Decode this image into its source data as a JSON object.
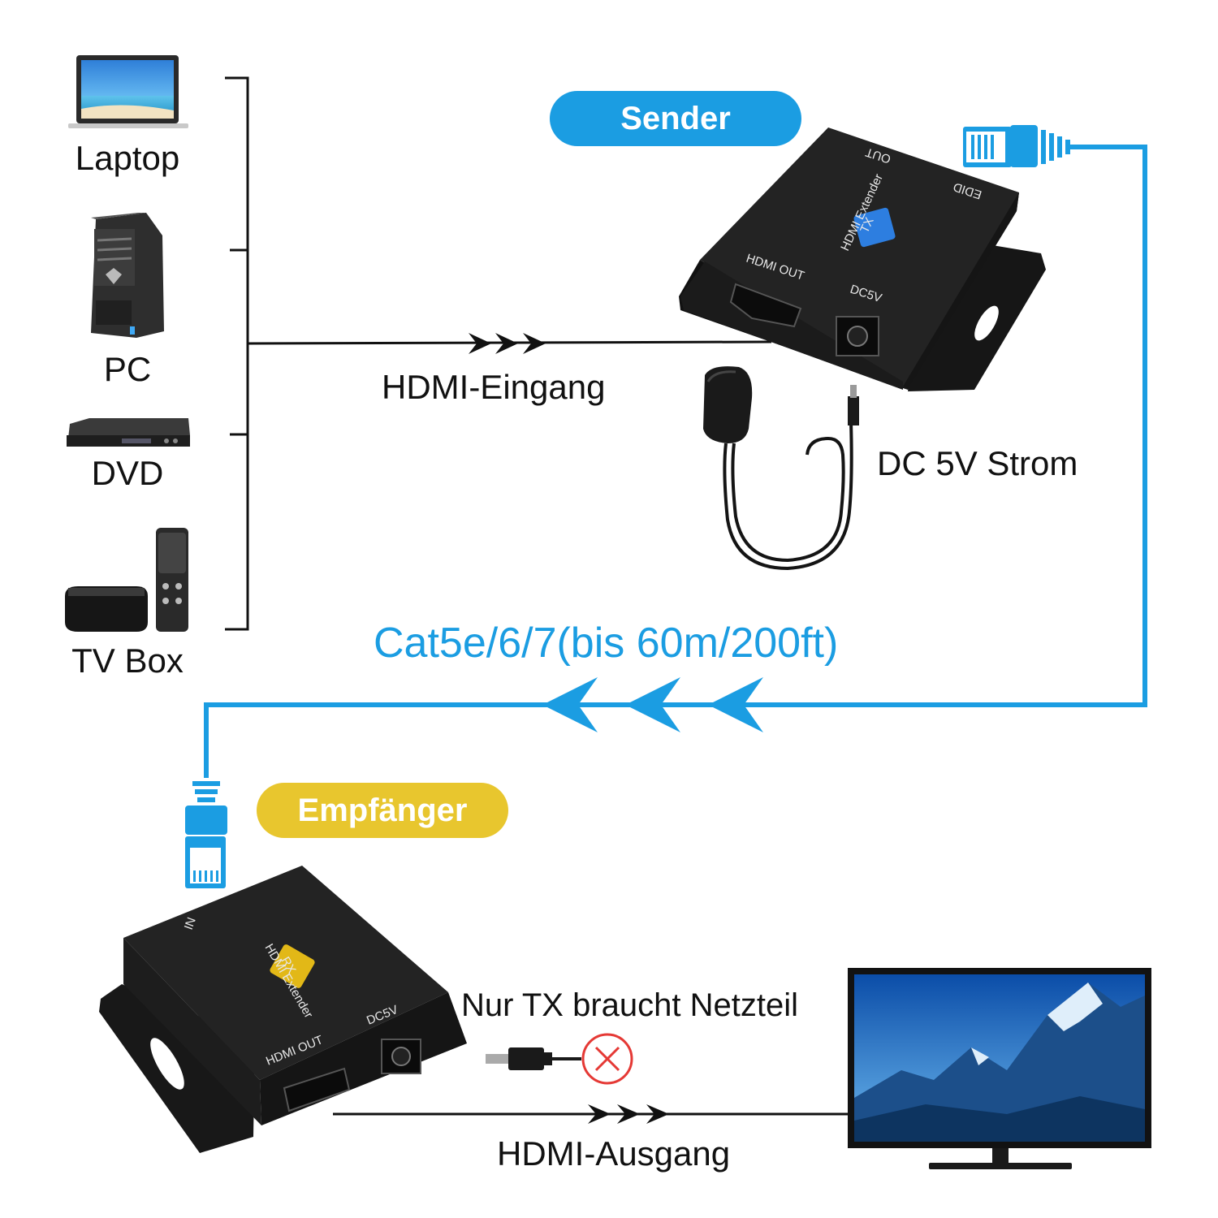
{
  "sources": [
    {
      "label": "Laptop",
      "icon": "laptop-icon"
    },
    {
      "label": "PC",
      "icon": "pc-tower-icon"
    },
    {
      "label": "DVD",
      "icon": "dvd-player-icon"
    },
    {
      "label": "TV Box",
      "icon": "tv-box-icon"
    }
  ],
  "connections": {
    "hdmi_in": "HDMI-Eingang",
    "power": "DC 5V Strom",
    "cable": "Cat5e/6/7(bis 60m/200ft)",
    "rx_power_note": "Nur TX braucht Netzteil",
    "hdmi_out": "HDMI-Ausgang"
  },
  "sender": {
    "badge": "Sender",
    "device_name": "HDMI Extender",
    "device_tag": "TX",
    "port_hdmi_out": "HDMI OUT",
    "port_dc": "DC5V",
    "port_out": "OUT",
    "port_edid": "EDID"
  },
  "receiver": {
    "badge": "Empfänger",
    "device_name": "HDMI Extender",
    "device_tag": "RX",
    "port_hdmi_out": "HDMI OUT",
    "port_dc": "DC5V",
    "port_in": "IN"
  },
  "colors": {
    "cable_blue": "#1b9de2",
    "sender_badge": "#1b9de2",
    "receiver_badge": "#e8c62e",
    "device_body": "#1c1c1c",
    "forbidden_red": "#e53935"
  }
}
